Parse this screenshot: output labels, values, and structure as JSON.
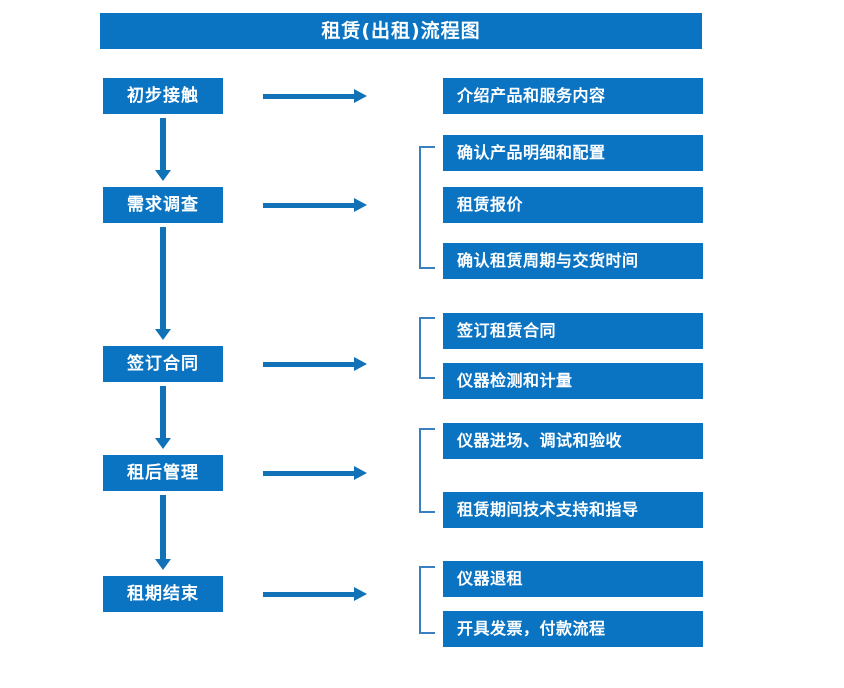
{
  "chart_data": {
    "type": "diagram",
    "title": "租赁(出租)流程图",
    "diagram_kind": "flowchart",
    "orientation": "vertical-stages-with-horizontal-details",
    "stages": [
      {
        "label": "初步接触",
        "details": [
          "介绍产品和服务内容"
        ],
        "grouped": false
      },
      {
        "label": "需求调查",
        "details": [
          "确认产品明细和配置",
          "租赁报价",
          "确认租赁周期与交货时间"
        ],
        "grouped": true
      },
      {
        "label": "签订合同",
        "details": [
          "签订租赁合同",
          "仪器检测和计量"
        ],
        "grouped": true
      },
      {
        "label": "租后管理",
        "details": [
          "仪器进场、调试和验收",
          "租赁期间技术支持和指导"
        ],
        "grouped": true
      },
      {
        "label": "租期结束",
        "details": [
          "仪器退租",
          "开具发票，付款流程"
        ],
        "grouped": true
      }
    ],
    "colors": {
      "box_fill": "#0a73c2",
      "box_text": "#ffffff",
      "arrow": "#1272b8",
      "bracket": "#3a7fc0",
      "background": "#ffffff"
    }
  },
  "header": {
    "title": "租赁(出租)流程图"
  },
  "stage_boxes": [
    {
      "label": "初步接触"
    },
    {
      "label": "需求调查"
    },
    {
      "label": "签订合同"
    },
    {
      "label": "租后管理"
    },
    {
      "label": "租期结束"
    }
  ],
  "detail_boxes": [
    {
      "label": "介绍产品和服务内容"
    },
    {
      "label": "确认产品明细和配置"
    },
    {
      "label": "租赁报价"
    },
    {
      "label": "确认租赁周期与交货时间"
    },
    {
      "label": "签订租赁合同"
    },
    {
      "label": "仪器检测和计量"
    },
    {
      "label": "仪器进场、调试和验收"
    },
    {
      "label": "租赁期间技术支持和指导"
    },
    {
      "label": "仪器退租"
    },
    {
      "label": "开具发票，付款流程"
    }
  ]
}
